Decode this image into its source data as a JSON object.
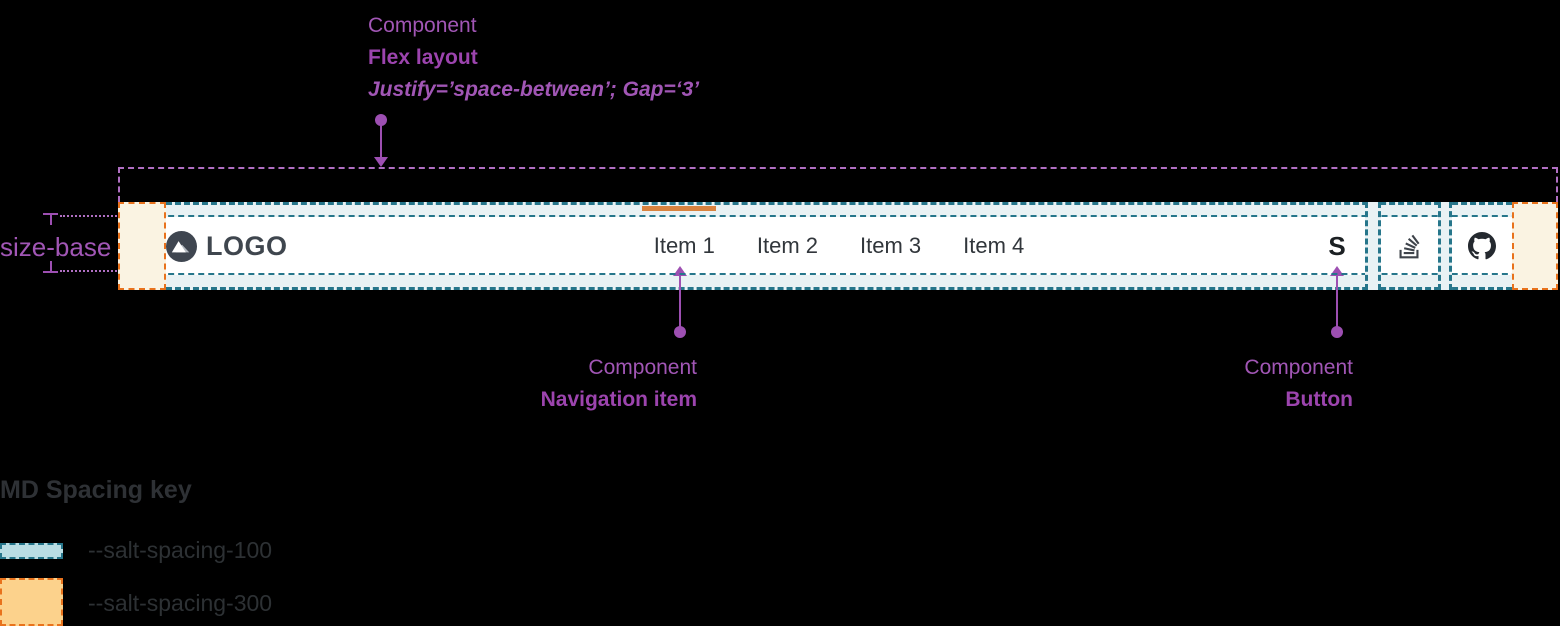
{
  "annotations": {
    "flex_layout": {
      "line1": "Component",
      "line2": "Flex layout",
      "line3": "Justify=’space-between’; Gap=‘3’"
    },
    "navigation_item": {
      "line1": "Component",
      "line2": "Navigation item"
    },
    "button": {
      "line1": "Component",
      "line2": "Button"
    },
    "size_base_label": "size-base"
  },
  "header": {
    "logo_text": "LOGO",
    "nav_items": [
      {
        "label": "Item 1",
        "active": true
      },
      {
        "label": "Item 2",
        "active": false
      },
      {
        "label": "Item 3",
        "active": false
      },
      {
        "label": "Item 4",
        "active": false
      }
    ],
    "buttons": [
      {
        "icon": "symphony-icon",
        "glyph": "S"
      },
      {
        "icon": "stackoverflow-icon"
      },
      {
        "icon": "github-icon"
      }
    ]
  },
  "legend": {
    "title": "MD Spacing key",
    "items": [
      {
        "token": "--salt-spacing-100",
        "swatch_color": "#b9dde4",
        "border_color": "#26768b"
      },
      {
        "token": "--salt-spacing-300",
        "swatch_color": "#fcd28c",
        "border_color": "#e8721c"
      }
    ]
  },
  "colors": {
    "annotation_purple": "#a156b5",
    "spacing_100_teal": "#26768b",
    "spacing_100_fill": "#e9f2f4",
    "spacing_300_orange": "#e8721c",
    "spacing_300_fill": "#faf3e2",
    "active_indicator": "#d9833f",
    "bar_background": "#ffffff",
    "canvas_background": "#000000"
  }
}
